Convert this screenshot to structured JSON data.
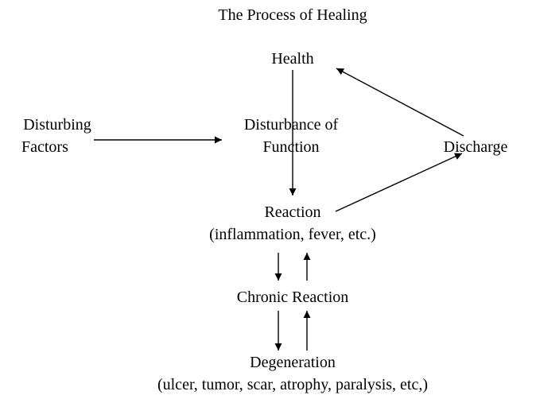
{
  "title": "The Process of Healing",
  "nodes": {
    "health": "Health",
    "disturbing_factors": [
      "Disturbing",
      "Factors"
    ],
    "disturbance_of_function": [
      "Disturbance of",
      "Function"
    ],
    "discharge": "Discharge",
    "reaction": "Reaction",
    "reaction_detail": "(inflammation, fever, etc.)",
    "chronic_reaction": "Chronic Reaction",
    "degeneration": "Degeneration",
    "degeneration_detail": "(ulcer, tumor, scar, atrophy, paralysis, etc,)"
  }
}
